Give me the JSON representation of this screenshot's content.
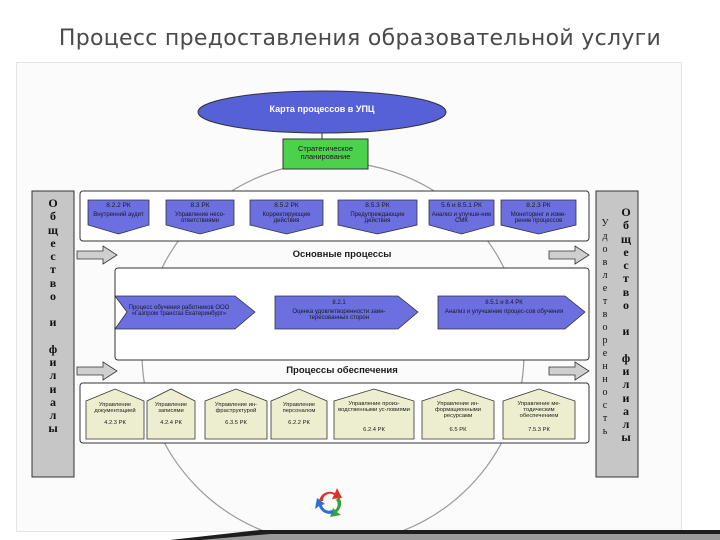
{
  "slide": {
    "title": "Процесс предоставления образовательной услуги"
  },
  "diagram": {
    "top_ellipse": "Карта процессов в УПЦ",
    "strategic_box": "Стратегическое планирование",
    "management_processes": [
      {
        "code": "8.2.2 РК",
        "text": "Внутренний аудит"
      },
      {
        "code": "8.3 РК",
        "text": "Управление несо-ответствиями"
      },
      {
        "code": "8.5.2 РК",
        "text": "Корректирующие действия"
      },
      {
        "code": "8.5.3 РК",
        "text": "Предупреждающие действия"
      },
      {
        "code": "5.6 и 8.5.1 РК",
        "text": "Анализ и улучше-ние СМК"
      },
      {
        "code": "8.2.3 РК",
        "text": "Мониторинг и изме-рение процессов"
      }
    ],
    "core_label": "Основные процессы",
    "core_processes": [
      {
        "text": "Процесс обучения работников ООО «Газпром трансгаз Екатеринбург»"
      },
      {
        "code": "8.2.1",
        "text": "Оценка удовлетворенности заин-тересованных сторон"
      },
      {
        "code": "8.5.1 и 8.4 РК",
        "text": "Анализ и улучшение процес-сов обучения"
      }
    ],
    "support_label": "Процессы обеспечения",
    "support_processes": [
      {
        "text": "Управление документацией",
        "code": "4.2.3 РК"
      },
      {
        "text": "Управление записями",
        "code": "4.2.4 РК"
      },
      {
        "text": "Управление ин-фраструктурой",
        "code": "6.3.5 РК"
      },
      {
        "text": "Управление персоналом",
        "code": "6.2.2 РК"
      },
      {
        "text": "Управление произ-водственными ус-ловиями",
        "code": "6.2.4 РК"
      },
      {
        "text": "Управление ин-формационными ресурсами",
        "code": "6.5 РК"
      },
      {
        "text": "Управление ме-тодическим обеспечением",
        "code": "7.5.3 РК"
      }
    ],
    "left_column": [
      "О",
      "б",
      "щ",
      "е",
      "с",
      "т",
      "в",
      "о",
      "",
      "и",
      "",
      "ф",
      "и",
      "л",
      "и",
      "а",
      "л",
      "ы"
    ],
    "right_small_column": [
      "У",
      "д",
      "о",
      "в",
      "л",
      "е",
      "т",
      "в",
      "о",
      "р",
      "е",
      "н",
      "н",
      "о",
      "с",
      "т",
      "ь"
    ],
    "right_column": [
      "О",
      "б",
      "щ",
      "е",
      "с",
      "т",
      "в",
      "о",
      "",
      "и",
      "",
      "ф",
      "и",
      "л",
      "и",
      "а",
      "л",
      "ы"
    ],
    "icon": "recycle-cycle-icon"
  },
  "colors": {
    "ellipse_fill": "#5661d8",
    "strategic_fill": "#4cd14c",
    "process_fill": "#6b6fe0",
    "support_fill": "#ededcf",
    "side_fill": "#c6c6c6",
    "arrow_fill": "#cfcfcf",
    "panel_bg": "#fbfbfb"
  }
}
